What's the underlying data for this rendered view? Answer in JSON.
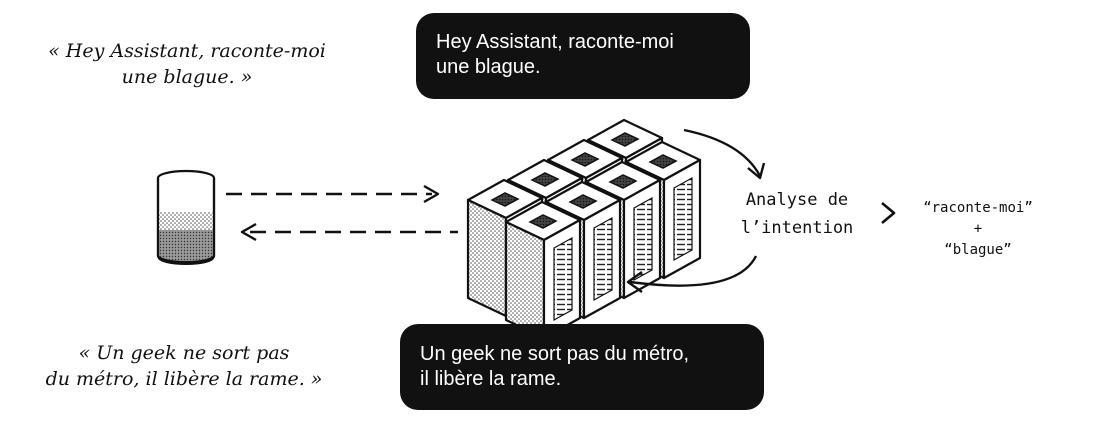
{
  "user_utterance": {
    "line1": "« Hey Assistant, raconte-moi",
    "line2": "une blague. »"
  },
  "assistant_reply": {
    "line1": "« Un geek ne sort pas",
    "line2": "du métro, il libère la rame. »"
  },
  "bubble_request": {
    "line1": "Hey Assistant, raconte-moi",
    "line2": "une blague."
  },
  "bubble_response": {
    "line1": "Un geek ne sort pas du métro,",
    "line2": "il libère la rame."
  },
  "intent_analysis": {
    "line1": "Analyse de",
    "line2": "l’intention"
  },
  "intent_keywords": {
    "first": "“raconte-moi”",
    "plus": "+",
    "second": "“blague”"
  }
}
